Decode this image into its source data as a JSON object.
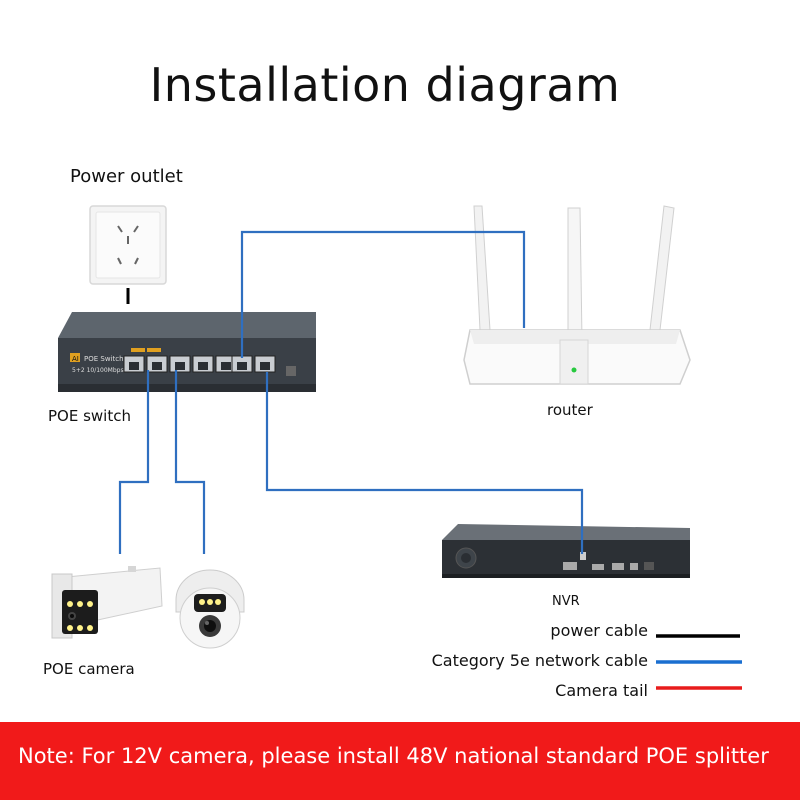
{
  "title": "Installation diagram",
  "labels": {
    "power_outlet": "Power outlet",
    "router": "router",
    "poe_switch": "POE switch",
    "nvr": "NVR",
    "poe_camera": "POE camera"
  },
  "switch_panel": {
    "badge": "AI",
    "name": "POE Switch",
    "spec": "5+2 10/100Mbps"
  },
  "legend": [
    {
      "label": "power cable",
      "color": "#000000"
    },
    {
      "label": "Category 5e network cable",
      "color": "#1a6fd0"
    },
    {
      "label": "Camera tail",
      "color": "#e81c1c"
    }
  ],
  "note": "Note: For 12V camera, please install 48V national standard POE splitter",
  "colors": {
    "network_cable": "#2f6fc0",
    "banner": "#f11a1a"
  },
  "icons": [
    "power-outlet-icon",
    "poe-switch-icon",
    "router-icon",
    "nvr-icon",
    "bullet-camera-icon",
    "dome-camera-icon"
  ]
}
